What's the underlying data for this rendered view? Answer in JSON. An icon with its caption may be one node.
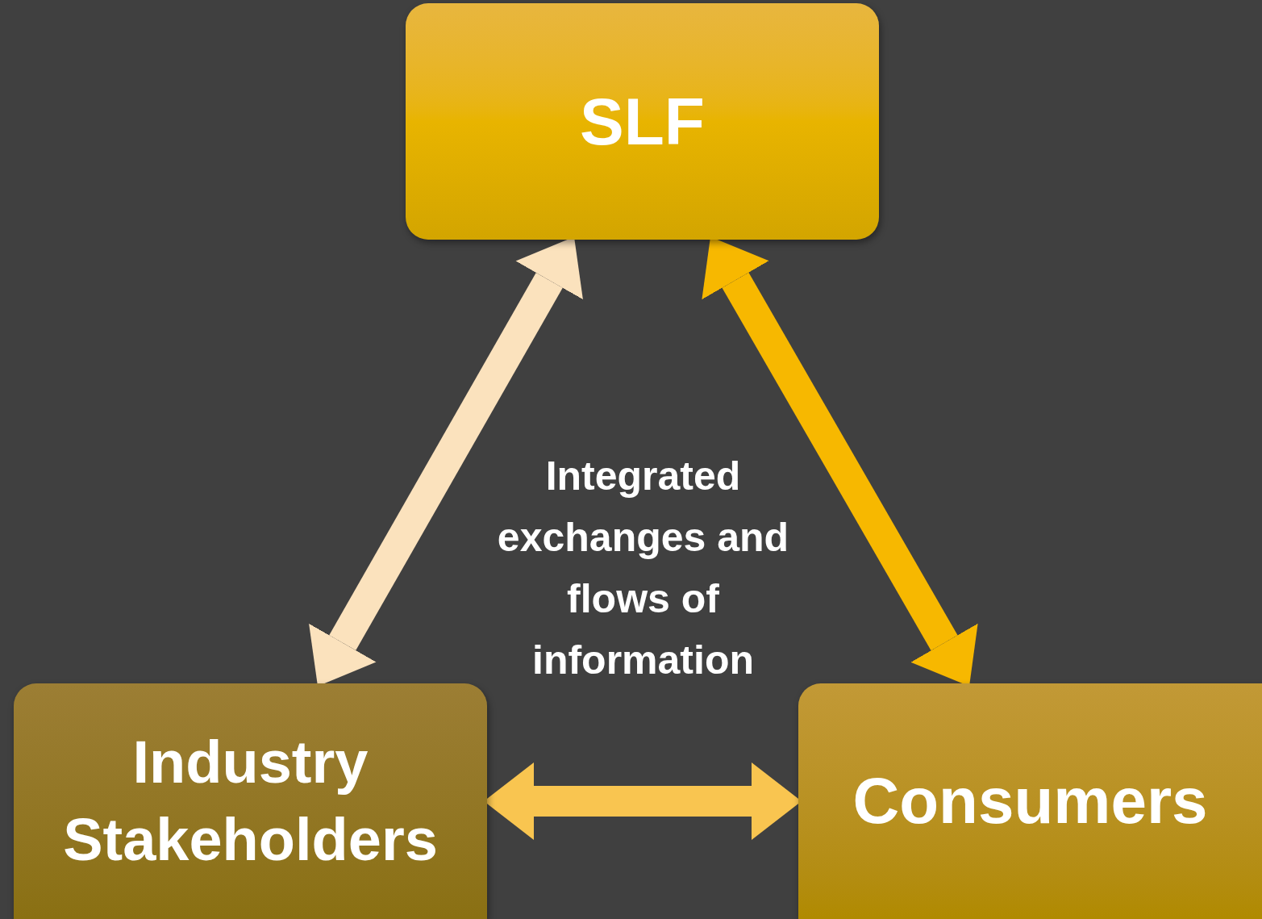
{
  "diagram": {
    "nodes": [
      {
        "text": [
          "SLF"
        ]
      },
      {
        "text": [
          "Industry Stakeholders"
        ]
      },
      {
        "text": [
          "Consumers"
        ]
      }
    ],
    "edges": [
      {
        "from": 0,
        "to": 1,
        "arrow": "both",
        "color": "#fbe2bd"
      },
      {
        "from": 0,
        "to": 2,
        "arrow": "both",
        "color": "#f7b800"
      },
      {
        "from": 1,
        "to": 2,
        "arrow": "both",
        "color": "#f9c550"
      }
    ],
    "labels": [
      "Integrated exchanges and flows of information"
    ]
  }
}
